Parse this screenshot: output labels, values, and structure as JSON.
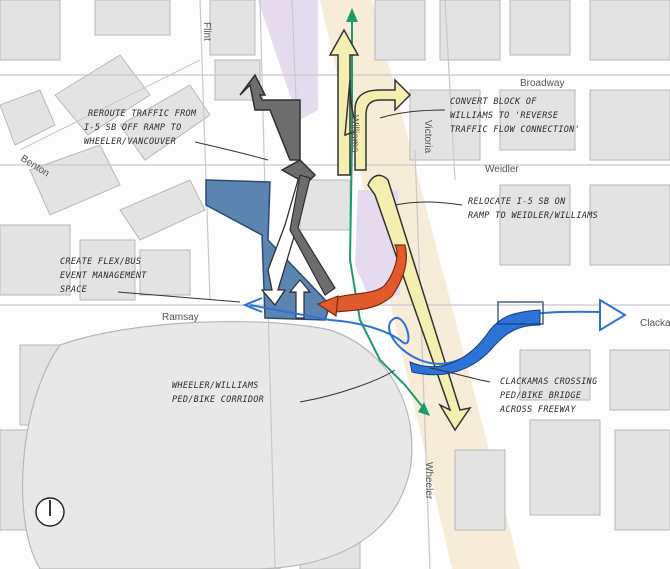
{
  "streets": {
    "flint": "Flint",
    "benton": "Benton",
    "broadway": "Broadway",
    "williams": "Williams",
    "victoria": "Victoria",
    "weidler": "Weidler",
    "ramsay": "Ramsay",
    "wheeler": "Wheeler",
    "clackamas": "Clackamas"
  },
  "annotations": {
    "reroute": [
      "REROUTE TRAFFIC FROM",
      "I-5 SB OFF RAMP TO",
      "WHEELER/VANCOUVER"
    ],
    "convert": [
      "CONVERT BLOCK OF",
      "WILLIAMS TO 'REVERSE",
      "TRAFFIC FLOW CONNECTION'"
    ],
    "relocate": [
      "RELOCATE I-5 SB ON",
      "RAMP TO WEIDLER/WILLIAMS"
    ],
    "flex": [
      "CREATE FLEX/BUS",
      "EVENT MANAGEMENT",
      "SPACE"
    ],
    "corridor": [
      "WHEELER/WILLIAMS",
      "PED/BIKE CORRIDOR"
    ],
    "clackamas_crossing": [
      "CLACKAMAS CROSSING",
      "PED/BIKE BRIDGE",
      "ACROSS FREEWAY"
    ]
  },
  "colors": {
    "building": "#e3e3e3",
    "building_stroke": "#b8b8b8",
    "street_casing": "#c9c9c9",
    "freeway_zone": "#f6ecd8",
    "purple_zone": "#e4dcee",
    "flex_space": "#5b84b1",
    "reroute_arrow": "#6d6d6d",
    "convert_arrow": "#f4efb0",
    "onramp": "#e05a2b",
    "bike_bridge": "#2b73d6",
    "corridor_line": "#1f9b6a"
  },
  "icons": {
    "north": "north-arrow-icon"
  }
}
